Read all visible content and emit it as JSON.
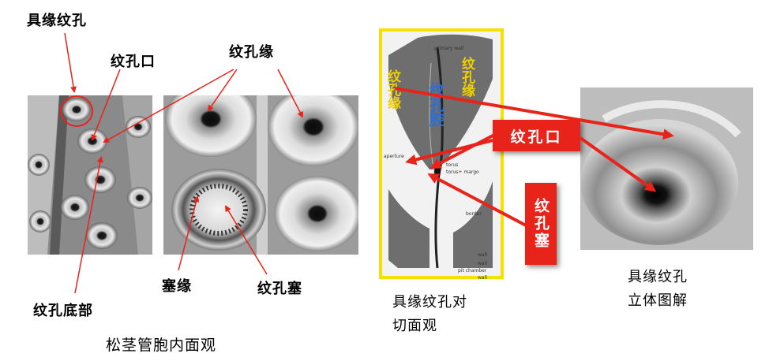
{
  "labels": {
    "bordered_pit_top": "具缘纹孔",
    "pit_aperture_left": "纹孔口",
    "pit_border_top": "纹孔缘",
    "pit_bottom": "纹孔底部",
    "torus_margin": "塞缘",
    "torus_left": "纹孔塞",
    "caption_left": "松茎管胞内面观",
    "caption_middle": "具缘纹孔对\n切面观",
    "caption_right": "具缘纹孔\n立体图解"
  },
  "section_panel": {
    "pit_border_vertical_left": "纹孔缘",
    "pit_border_vertical_right": "纹孔缘",
    "pit_cavity": "纹孔腔",
    "tiny_primary_wall": "primary wall",
    "tiny_aperture": "aperture",
    "tiny_torus": "torus",
    "tiny_margo": "torus+ margo",
    "tiny_border": "border",
    "tiny_wall1": "wall",
    "tiny_wall2": "wall",
    "tiny_wall3": "wall",
    "tiny_chamber": "pit chamber"
  },
  "callouts": {
    "pit_aperture": "纹孔口",
    "torus": "纹孔塞"
  },
  "colors": {
    "arrow_red": "#e8231a",
    "frame_yellow": "#f5e000",
    "cavity_blue": "#2a6fd6",
    "border_text_yellow": "#f0d000"
  }
}
